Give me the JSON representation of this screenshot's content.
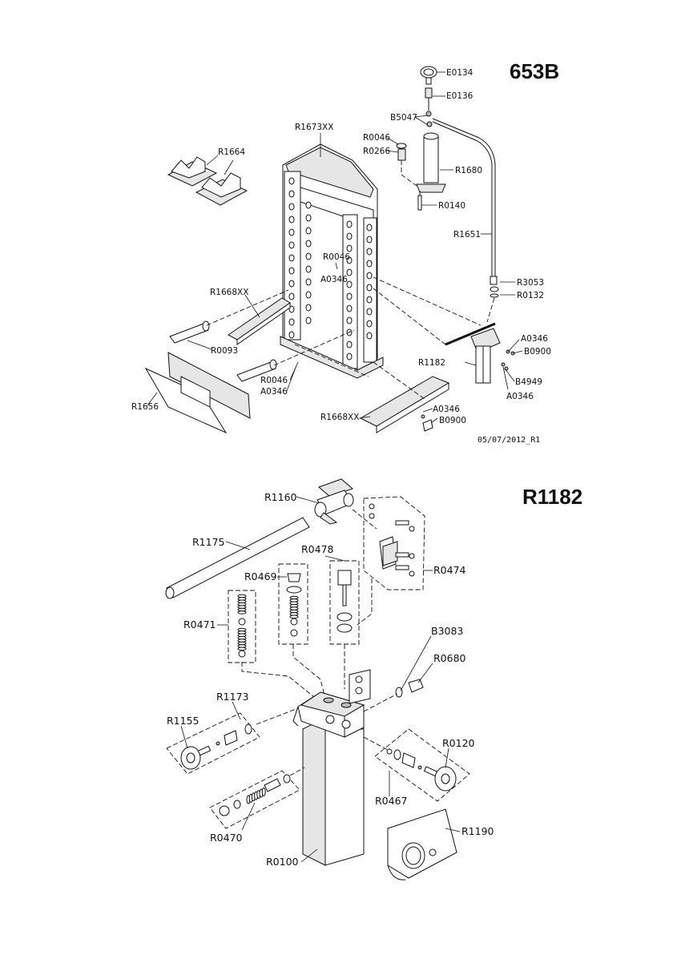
{
  "top_diagram": {
    "title": "653B",
    "date": "05/07/2012_R1",
    "labels": {
      "e0134": "E0134",
      "e0136": "E0136",
      "b5047": "B5047",
      "r0046_top": "R0046",
      "r0266": "R0266",
      "r1680": "R1680",
      "r0140": "R0140",
      "r1651": "R1651",
      "r1673xx": "R1673XX",
      "r1664": "R1664",
      "r0046_mid": "R0046",
      "a0346_mid": "A0346",
      "r1668xx_left": "R1668XX",
      "r3053": "R3053",
      "r0132": "R0132",
      "a0346_right1": "A0346",
      "b0900_right": "B0900",
      "r1182": "R1182",
      "b4949": "B4949",
      "a0346_right2": "A0346",
      "r0093": "R0093",
      "r0046_low": "R0046",
      "a0346_low": "A0346",
      "r1656": "R1656",
      "r1668xx_bottom": "R1668XX",
      "a0346_bottom": "A0346",
      "b0900_bottom": "B0900"
    }
  },
  "bottom_diagram": {
    "title": "R1182",
    "labels": {
      "r1160": "R1160",
      "r1175": "R1175",
      "r0478": "R0478",
      "r0469": "R0469",
      "r0474": "R0474",
      "r0471": "R0471",
      "b3083": "B3083",
      "r0680": "R0680",
      "r1173": "R1173",
      "r1155": "R1155",
      "r0120": "R0120",
      "r0467": "R0467",
      "r1190": "R1190",
      "r0470": "R0470",
      "r0100": "R0100"
    }
  }
}
